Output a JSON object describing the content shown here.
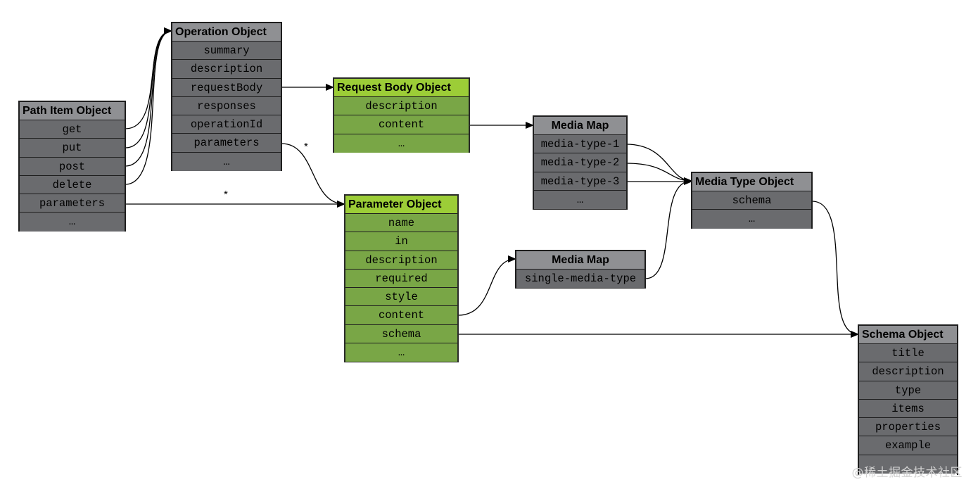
{
  "objects": {
    "path_item": {
      "title": "Path Item Object",
      "rows": [
        "get",
        "put",
        "post",
        "delete",
        "parameters",
        "…"
      ]
    },
    "operation": {
      "title": "Operation Object",
      "rows": [
        "summary",
        "description",
        "requestBody",
        "responses",
        "operationId",
        "parameters",
        "…"
      ]
    },
    "request_body": {
      "title": "Request Body Object",
      "rows": [
        "description",
        "content",
        "…"
      ]
    },
    "parameter": {
      "title": "Parameter Object",
      "rows": [
        "name",
        "in",
        "description",
        "required",
        "style",
        "content",
        "schema",
        "…"
      ]
    },
    "media_map_1": {
      "title": "Media Map",
      "rows": [
        "media-type-1",
        "media-type-2",
        "media-type-3",
        "…"
      ]
    },
    "media_map_2": {
      "title": "Media Map",
      "rows": [
        "single-media-type"
      ]
    },
    "media_type": {
      "title": "Media Type Object",
      "rows": [
        "schema",
        "…"
      ]
    },
    "schema": {
      "title": "Schema Object",
      "rows": [
        "title",
        "description",
        "type",
        "items",
        "properties",
        "example",
        ""
      ]
    }
  },
  "multiplicity_labels": {
    "operation_parameters": "*",
    "path_parameters": "*"
  },
  "colors": {
    "grey_header": "#8f9093",
    "grey_row": "#6a6b6e",
    "green_header": "#9ccd37",
    "green_row": "#79a646"
  },
  "watermark": "@稀土掘金技术社区"
}
